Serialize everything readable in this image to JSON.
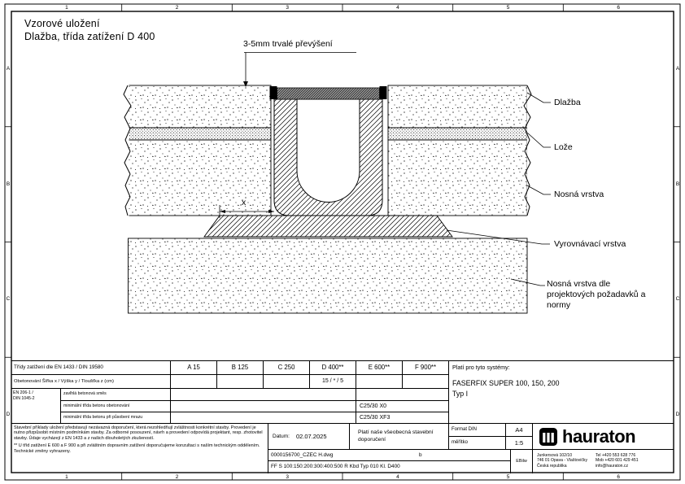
{
  "colors": {
    "line": "#000000",
    "grate_fill": "#a0a0a0",
    "paper": "#ffffff"
  },
  "frame": {
    "cols": [
      "1",
      "2",
      "3",
      "4",
      "5",
      "6"
    ],
    "rows": [
      "A",
      "B",
      "C",
      "D"
    ]
  },
  "header": {
    "title_line1": "Vzorové uložení",
    "title_line2": "Dlažba, třída zatížení D 400"
  },
  "drawing": {
    "top_annotation": "3-5mm trvalé převýšení",
    "dim_x_label": "x",
    "label_dlazba": "Dlažba",
    "label_loze": "Lože",
    "label_nosna": "Nosná vrstva",
    "label_vyrovnavaci": "Vyrovnávací vrstva",
    "label_nosna_dle_1": "Nosná vrstva dle",
    "label_nosna_dle_2": "projektových požadavků a",
    "label_nosna_dle_3": "normy"
  },
  "titleblock": {
    "load_classes_label": "Třídy zatížení dle EN 1433 / DIN 19580",
    "classes": [
      "A 15",
      "B 125",
      "C 250",
      "D 400**",
      "E 600**",
      "F 900**"
    ],
    "dims_label": "Obetonování Šířka x / Výška y / Tloušťka z (cm)",
    "dims_values": [
      "",
      "",
      "",
      "15 / * / 5",
      "",
      ""
    ],
    "norm_line1": "EN 206-1 /",
    "norm_line2": "DIN 1045-2",
    "concrete_rows": [
      {
        "label": "zavlhlá betonová směs",
        "value": ""
      },
      {
        "label": "minimální třída betonu obetonování",
        "value": "C25/30 X0"
      },
      {
        "label": "minimální třída betonu při působení mrazu",
        "value": "C25/30 XF3"
      }
    ],
    "systems_label": "Platí pro tyto systémy:",
    "systems_line1": "FASERFIX SUPER 100, 150, 200",
    "systems_line2": "Typ I",
    "disclaimer_1": "Stavební příklady uložení představují nezávazná doporučení, která nezohledňují zvláštnosti konkrétní stavby. Provedení je nutno přizpůsobit místním podmínkám stavby. Za odborné posouzení, návrh a provedení odpovídá projektant, resp. zhotovitel stavby. Údaje vycházejí z EN 1433 a z našich dlouholetých zkušeností.",
    "disclaimer_2": "** U tříd zatížení E 600 a F 900 a při zvláštním dopravním zatížení doporučujeme konzultaci s naším technickým oddělením. Technické změny vyhrazeny.",
    "datum_label": "Datum:",
    "datum_value": "02.07.2025",
    "note_text": "Platí naše všeobecná stavební doporučení",
    "format_label": "Format DIN",
    "format_value": "A4",
    "scale_label": "měřítko",
    "scale_value": "1:5",
    "brand": "hauraton",
    "drawing_file": "0000156700_CZEC H.dwg",
    "revision": "b",
    "author": "EBilw",
    "product_line": "FF S 100:150:200:300:400:500 R Kbd Typ 010 Kl. D400",
    "address_line1": "Junkersová 102/10",
    "address_line2": "746 01 Opava - Vlaštovičky",
    "address_line3": "Česká republika",
    "contact_line1": "Tel +420 553 628 776",
    "contact_line2": "Mob +420 601 429 451",
    "contact_line3": "info@hauraton.cz"
  }
}
